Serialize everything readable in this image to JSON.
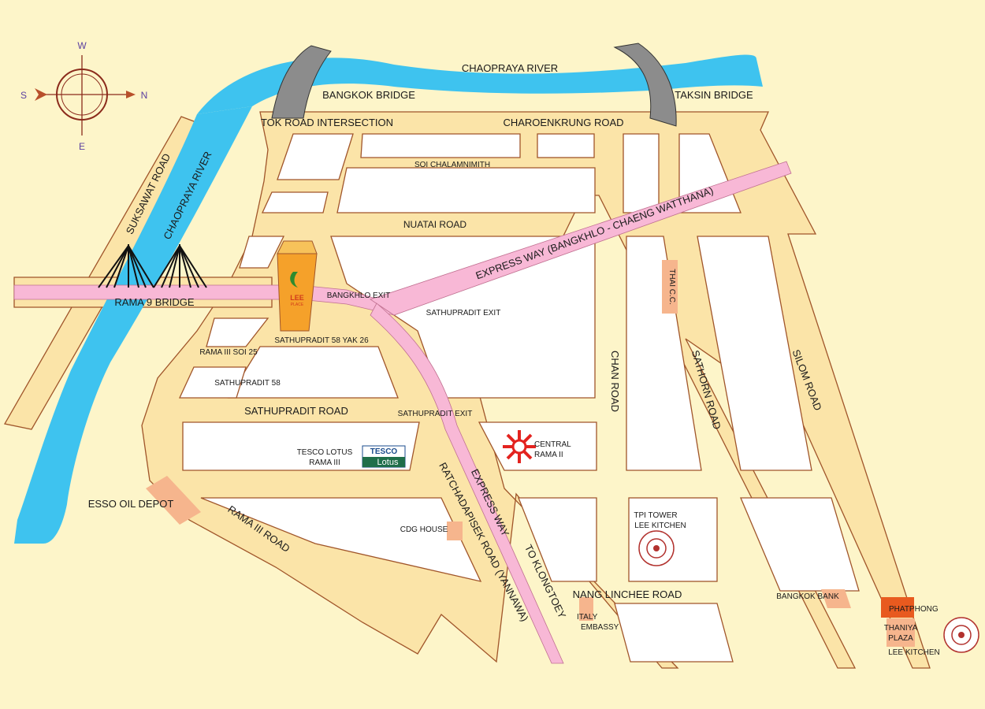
{
  "colors": {
    "background": "#fdf5c9",
    "road": "#fbe4a8",
    "road_edge": "#a0552a",
    "block": "#ffffff",
    "river": "#3ec3ef",
    "expressway": "#f8b8d6",
    "bridge_arch": "#8c8c8c",
    "lee_place": "#f5a12a",
    "landmark": "#f6b58d",
    "highlight": "#e85a1f",
    "seal": "#b2322e"
  },
  "compass": {
    "west": "W",
    "south": "S",
    "north": "N",
    "east": "E"
  },
  "water": {
    "river_top": "CHAOPRAYA RIVER",
    "river_left": "CHAOPRAYA RIVER"
  },
  "bridges": {
    "bangkok": "BANGKOK BRIDGE",
    "taksin": "TAKSIN BRIDGE",
    "rama9": "RAMA 9 BRIDGE"
  },
  "roads": {
    "tok": "TOK ROAD INTERSECTION",
    "charoenkrung": "CHAROENKRUNG ROAD",
    "soi_chalamnimith": "SOI CHALAMNIMITH",
    "nuatai": "NUATAI ROAD",
    "suksawat": "SUKSAWAT ROAD",
    "sathupradit": "SATHUPRADIT ROAD",
    "rama3": "RAMA III ROAD",
    "ratchadapisek": "RATCHADAPISEK ROAD (YANNAWA)",
    "chan": "CHAN ROAD",
    "sathorn": "SATHORN ROAD",
    "silom": "SILOM ROAD",
    "nang_linchee": "NANG LINCHEE ROAD",
    "rama3_soi25": "RAMA III SOI 25",
    "sathupradit58": "SATHUPRADIT 58",
    "sathupradit58_yak26": "SATHUPRADIT 58  YAK 26"
  },
  "expressways": {
    "bangkhlo": "EXPRESS WAY (BANGKHLO - CHAENG WATTHANA)",
    "main": "EXPRESS WAY",
    "to_klongtoey": "TO KLONGTOEY",
    "bangkhlo_exit": "BANGKHLO EXIT",
    "sathupradit_exit_1": "SATHUPRADIT EXIT",
    "sathupradit_exit_2": "SATHUPRADIT EXIT"
  },
  "places": {
    "lee_place_line1": "LEE",
    "lee_place_line2": "PLACE",
    "tesco_line1": "TESCO LOTUS",
    "tesco_line2": "RAMA III",
    "tesco_logo_top": "TESCO",
    "tesco_logo_bottom": "Lotus",
    "central_line1": "CENTRAL",
    "central_line2": "RAMA II",
    "esso": "ESSO OIL DEPOT",
    "cdg": "CDG HOUSE",
    "thai_cc": "THAI C.C.",
    "tpi_line1": "TPI TOWER",
    "tpi_line2": "LEE KITCHEN",
    "italy_line1": "ITALY",
    "italy_line2": "EMBASSY",
    "bangkok_bank": "BANGKOK BANK",
    "phatphong": "PHATPHONG",
    "thaniya_line1": "THANIYA",
    "thaniya_line2": "PLAZA",
    "lee_kitchen": "LEE KITCHEN"
  }
}
